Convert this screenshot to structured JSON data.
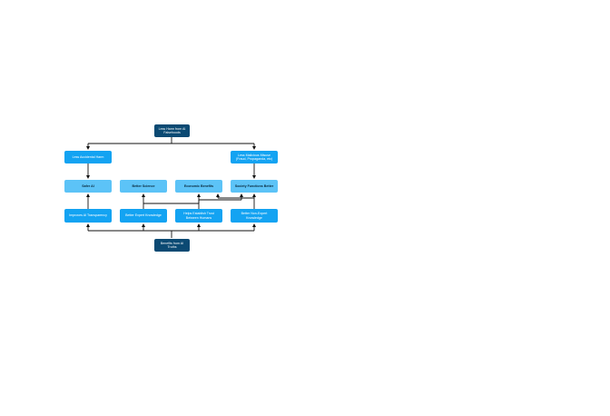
{
  "nodes": {
    "top": {
      "line1": "Less Harm from AI",
      "line2": "Falsehoods"
    },
    "bottom": {
      "line1": "Benefits from AI",
      "line2": "Truths"
    },
    "less_accidental_harm": {
      "label": "Less Accidental Harm"
    },
    "less_malicious_misuse": {
      "line1": "Less Malicious Misuse",
      "line2": "(Fraud, Propaganda, etc)"
    },
    "safer_ai": {
      "label": "Safer AI"
    },
    "better_science": {
      "label": "Better Science"
    },
    "economic_benefits": {
      "label": "Economic Benefits"
    },
    "society_functions_better": {
      "label": "Society Functions Better"
    },
    "improves_ai_transparency": {
      "label": "Improves AI Transparency"
    },
    "better_expert_knowledge": {
      "label": "Better Expert Knowledge"
    },
    "helps_establish_trust": {
      "line1": "Helps Establish Trust",
      "line2": "Between Humans"
    },
    "better_non_expert_knowledge": {
      "line1": "Better Non-Expert",
      "line2": "Knowledge"
    }
  },
  "colors": {
    "dark": "#0b4a73",
    "mid": "#13a3f2",
    "light": "#5cc3f7",
    "connector": "#111111"
  }
}
